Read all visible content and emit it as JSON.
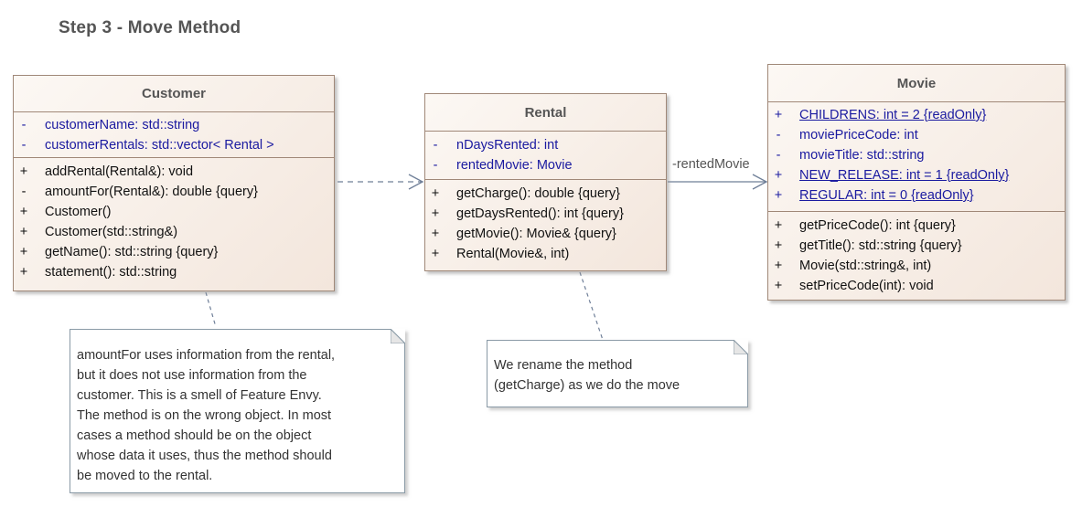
{
  "diagram": {
    "title": "Step 3 - Move Method"
  },
  "classes": {
    "customer": {
      "name": "Customer",
      "attributes": [
        {
          "visibility": "-",
          "text": "customerName: std::string"
        },
        {
          "visibility": "-",
          "text": "customerRentals: std::vector< Rental >"
        }
      ],
      "operations": [
        {
          "visibility": "+",
          "text": "addRental(Rental&): void"
        },
        {
          "visibility": "-",
          "text": "amountFor(Rental&): double {query}"
        },
        {
          "visibility": "+",
          "text": "Customer()"
        },
        {
          "visibility": "+",
          "text": "Customer(std::string&)"
        },
        {
          "visibility": "+",
          "text": "getName(): std::string {query}"
        },
        {
          "visibility": "+",
          "text": "statement(): std::string"
        }
      ]
    },
    "rental": {
      "name": "Rental",
      "attributes": [
        {
          "visibility": "-",
          "text": "nDaysRented: int"
        },
        {
          "visibility": "-",
          "text": "rentedMovie: Movie"
        }
      ],
      "operations": [
        {
          "visibility": "+",
          "text": "getCharge(): double {query}"
        },
        {
          "visibility": "+",
          "text": "getDaysRented(): int {query}"
        },
        {
          "visibility": "+",
          "text": "getMovie(): Movie& {query}"
        },
        {
          "visibility": "+",
          "text": "Rental(Movie&, int)"
        }
      ]
    },
    "movie": {
      "name": "Movie",
      "attributes": [
        {
          "visibility": "+",
          "text": "CHILDRENS: int = 2 {readOnly}",
          "static": true
        },
        {
          "visibility": "-",
          "text": "moviePriceCode: int"
        },
        {
          "visibility": "-",
          "text": "movieTitle: std::string"
        },
        {
          "visibility": "+",
          "text": "NEW_RELEASE: int = 1 {readOnly}",
          "static": true
        },
        {
          "visibility": "+",
          "text": "REGULAR: int = 0 {readOnly}",
          "static": true
        }
      ],
      "operations": [
        {
          "visibility": "+",
          "text": "getPriceCode(): int {query}"
        },
        {
          "visibility": "+",
          "text": "getTitle(): std::string {query}"
        },
        {
          "visibility": "+",
          "text": "Movie(std::string&, int)"
        },
        {
          "visibility": "+",
          "text": "setPriceCode(int): void"
        }
      ]
    }
  },
  "associations": {
    "rental_movie_label": "-rentedMovie"
  },
  "notes": {
    "amount_for": {
      "lines": [
        "amountFor uses information from the rental,",
        "but it does not use information from the",
        "customer. This is a smell of Feature Envy.",
        "The method is on the wrong object. In most",
        "cases a method should be on the object",
        "whose data it uses, thus the method should",
        "be moved to the rental."
      ]
    },
    "rename": {
      "lines": [
        "We rename the method",
        "(getCharge) as we do the move"
      ]
    }
  },
  "colors": {
    "attribute_text": "#1a1aa0",
    "class_border": "#a08878",
    "connector": "#6f7f98",
    "note_border": "#8a9aa6"
  }
}
